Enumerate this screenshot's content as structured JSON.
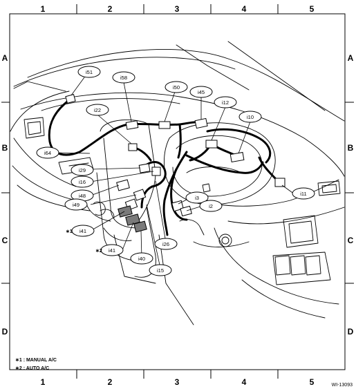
{
  "grid": {
    "columns": [
      "1",
      "2",
      "3",
      "4",
      "5"
    ],
    "rows": [
      "A",
      "B",
      "C",
      "D"
    ]
  },
  "connectors": {
    "i51": "i51",
    "i58": "i58",
    "i50": "i50",
    "i45": "i45",
    "i12": "i12",
    "i22": "i22",
    "i10": "i10",
    "i64": "i64",
    "i29": "i29",
    "i16": "i16",
    "i48": "i48",
    "i49": "i49",
    "i3": "i3",
    "i2": "i2",
    "i11": "i11",
    "i41_manual": "i41",
    "i41_auto": "i41",
    "i40": "i40",
    "i26": "i26",
    "i15": "i15"
  },
  "marks": {
    "star1": "∗1",
    "star2": "∗2"
  },
  "notes": {
    "manual": "∗1 : MANUAL A/C",
    "auto": "∗2 : AUTO A/C"
  },
  "figure_id": "WI-13093"
}
